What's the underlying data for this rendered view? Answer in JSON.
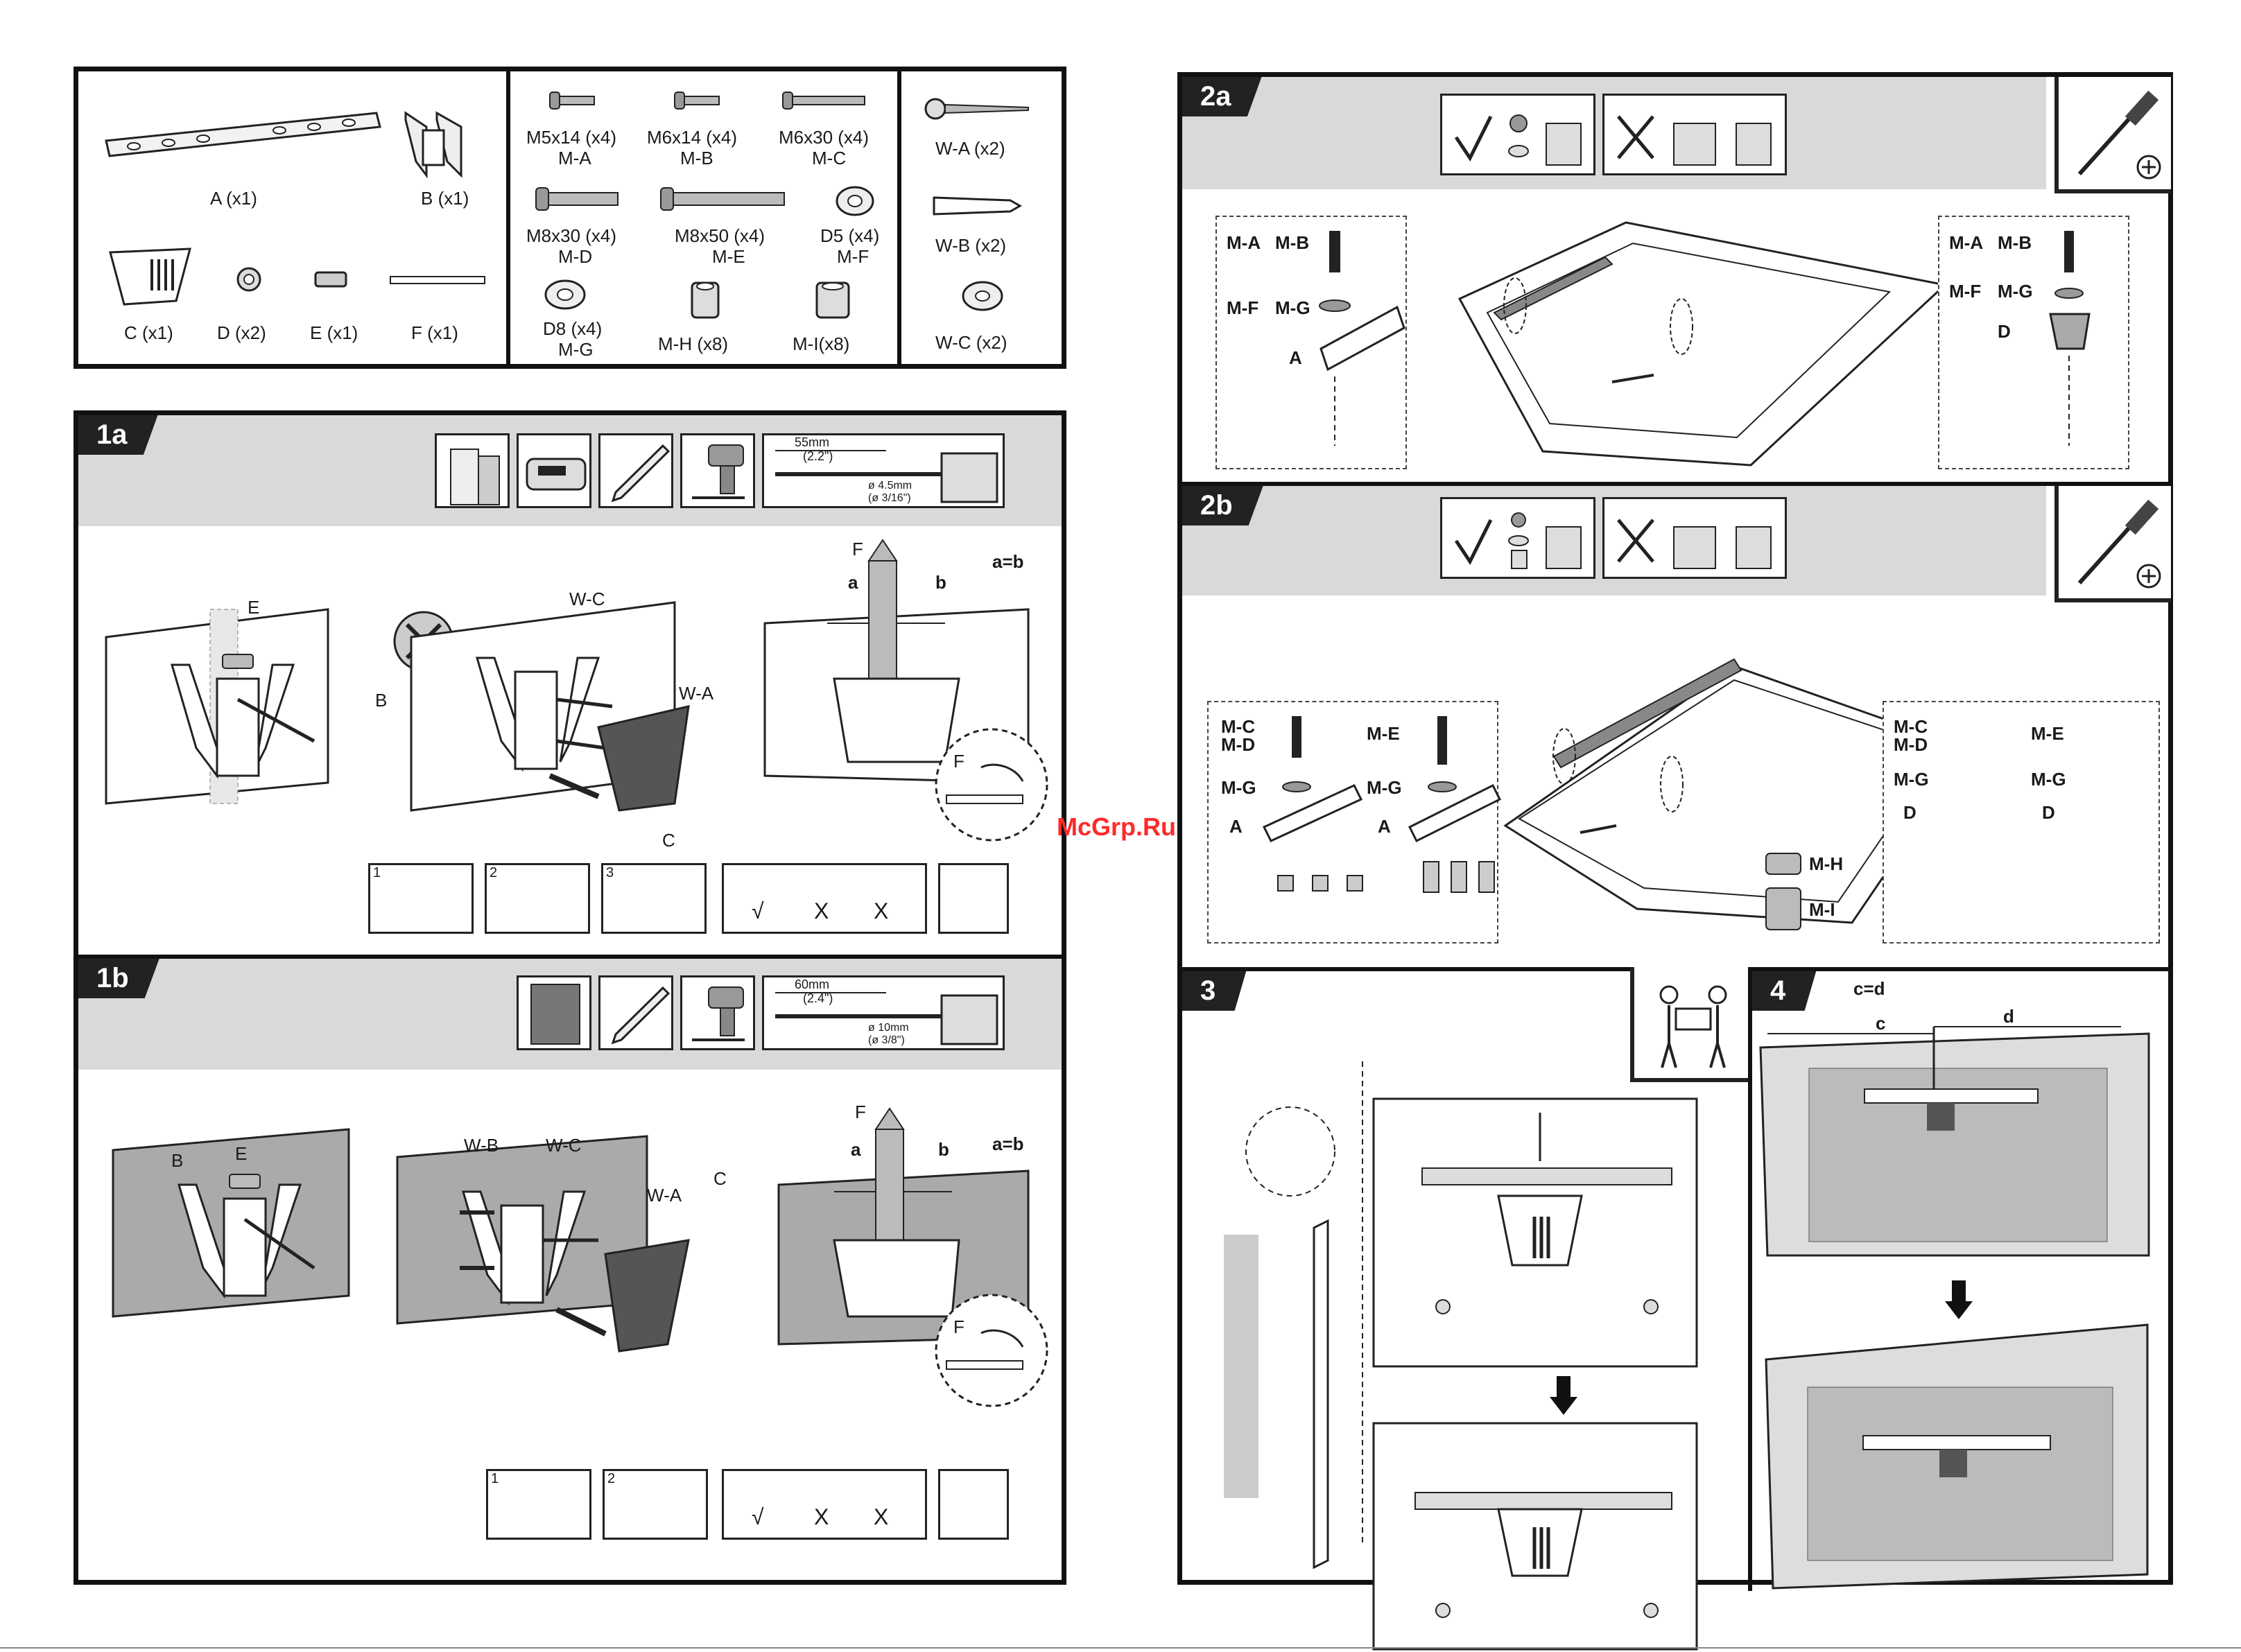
{
  "watermark": "McGrp.Ru",
  "parts": {
    "A": "A (x1)",
    "B": "B (x1)",
    "C": "C (x1)",
    "D": "D (x2)",
    "E": "E (x1)",
    "F": "F (x1)",
    "MA": [
      "M5x14 (x4)",
      "M-A"
    ],
    "MB": [
      "M6x14 (x4)",
      "M-B"
    ],
    "MC": [
      "M6x30 (x4)",
      "M-C"
    ],
    "MD": [
      "M8x30 (x4)",
      "M-D"
    ],
    "ME": [
      "M8x50 (x4)",
      "M-E"
    ],
    "MF": [
      "D5 (x4)",
      "M-F"
    ],
    "MG": [
      "D8 (x4)",
      "M-G"
    ],
    "MH": "M-H (x8)",
    "MI": "M-I(x8)",
    "WA": "W-A (x2)",
    "WB": "W-B (x2)",
    "WC": "W-C (x2)"
  },
  "step1a": {
    "tab": "1a",
    "drill": {
      "width": "55mm",
      "width_in": "(2.2\")",
      "dia": "ø 4.5mm",
      "dia_in": "(ø 3/16\")"
    },
    "labels": {
      "E": "E",
      "B": "B",
      "WC": "W-C",
      "WA": "W-A",
      "C": "C",
      "F": "F",
      "a": "a",
      "b": "b",
      "ab": "a=b",
      "Fz": "F"
    },
    "substeps": [
      "1",
      "2",
      "3"
    ],
    "level": [
      "√",
      "X",
      "X"
    ]
  },
  "step1b": {
    "tab": "1b",
    "drill": {
      "width": "60mm",
      "width_in": "(2.4\")",
      "dia": "ø 10mm",
      "dia_in": "(ø 3/8\")"
    },
    "labels": {
      "B": "B",
      "E": "E",
      "WB": "W-B",
      "WC": "W-C",
      "WA": "W-A",
      "C": "C",
      "F": "F",
      "a": "a",
      "b": "b",
      "ab": "a=b",
      "Fz": "F"
    },
    "substeps": [
      "1",
      "2"
    ],
    "level": [
      "√",
      "X",
      "X"
    ]
  },
  "step2a": {
    "tab": "2a",
    "left": [
      "M-A",
      "M-B",
      "M-F",
      "M-G",
      "A"
    ],
    "right": [
      "M-A",
      "M-B",
      "M-F",
      "M-G",
      "D"
    ]
  },
  "step2b": {
    "tab": "2b",
    "left": [
      "M-C",
      "M-D",
      "M-G",
      "A",
      "M-E",
      "M-G",
      "A"
    ],
    "right": [
      "M-C",
      "M-D",
      "M-G",
      "D",
      "M-E",
      "M-G",
      "D"
    ],
    "spacers": [
      "M-H",
      "M-I"
    ]
  },
  "step3": {
    "tab": "3"
  },
  "step4": {
    "tab": "4",
    "rule": "c=d",
    "c": "c",
    "d": "d"
  }
}
